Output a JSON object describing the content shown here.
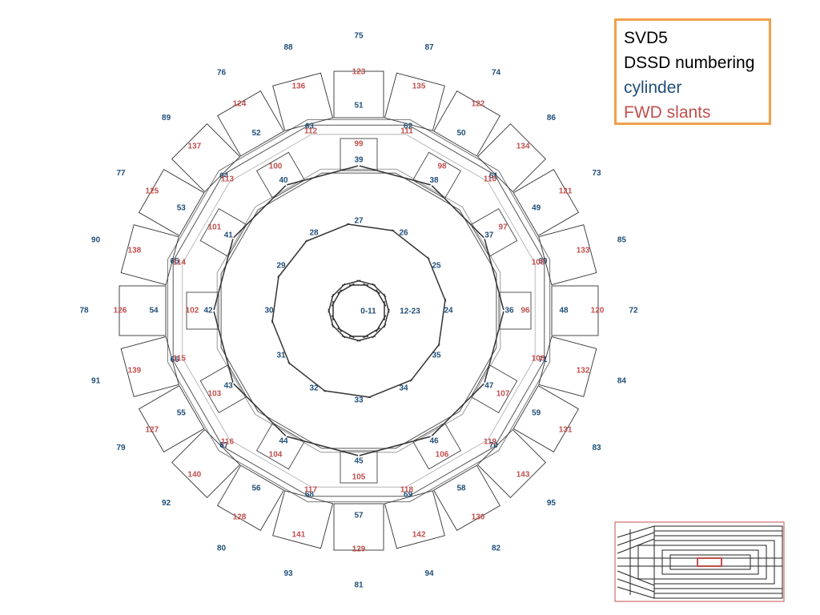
{
  "legend": {
    "title": "SVD5",
    "subtitle": "DSSD numbering",
    "cylinder_label": "cylinder",
    "slants_label": "FWD slants"
  },
  "colors": {
    "cylinder": "#1f4e79",
    "slants": "#c0504d",
    "legend_border": "#f0a04b"
  },
  "layers": {
    "inner_ring": {
      "label": "0-11",
      "range_label": "12-23"
    },
    "layer2_cylinder": [
      "24",
      "25",
      "26",
      "27",
      "28",
      "29",
      "30",
      "31",
      "32",
      "33",
      "34",
      "35"
    ],
    "layer3_cylinder": [
      "36",
      "37",
      "38",
      "39",
      "40",
      "41",
      "42",
      "43",
      "44",
      "45",
      "46",
      "47"
    ],
    "layer3_slants": [
      "96",
      "97",
      "98",
      "99",
      "100",
      "101",
      "102",
      "103",
      "104",
      "105",
      "106",
      "107"
    ],
    "layer4_cylinder": [
      "48",
      "49",
      "50",
      "51",
      "52",
      "53",
      "54",
      "55",
      "56",
      "57",
      "58",
      "59"
    ],
    "layer4_cylinder_b": [
      "60",
      "61",
      "62",
      "63",
      "64",
      "65",
      "66",
      "67",
      "68",
      "69",
      "70",
      "71"
    ],
    "layer4_slants": [
      "108",
      "109",
      "110",
      "111",
      "112",
      "113",
      "114",
      "115",
      "116",
      "117",
      "118",
      "119"
    ],
    "layer4_slants_b": [
      "120",
      "121",
      "122",
      "123",
      "124",
      "125",
      "126",
      "127",
      "128",
      "129",
      "130",
      "131"
    ],
    "layer5_cylinder": [
      "72",
      "73",
      "74",
      "75",
      "76",
      "77",
      "78",
      "79",
      "80",
      "81",
      "82",
      "83"
    ],
    "layer5_cylinder_b": [
      "84",
      "85",
      "86",
      "87",
      "88",
      "89",
      "90",
      "91",
      "92",
      "93",
      "94",
      "95"
    ],
    "layer5_slants": [
      "132",
      "133",
      "134",
      "135",
      "136",
      "137",
      "138",
      "139",
      "140",
      "141",
      "142",
      "143"
    ]
  }
}
